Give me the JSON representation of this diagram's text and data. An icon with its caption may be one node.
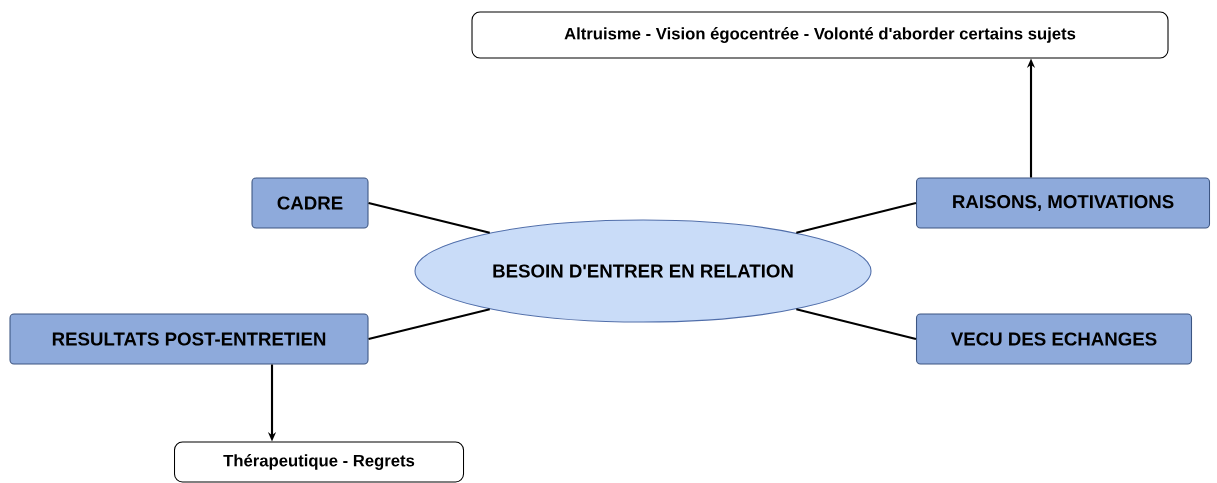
{
  "diagram": {
    "nodes": [
      {
        "text": [
          "BESOIN D'ENTRER EN RELATION"
        ]
      },
      {
        "text": [
          "CADRE"
        ]
      },
      {
        "text": [
          "RAISONS, MOTIVATIONS"
        ]
      },
      {
        "text": [
          "RESULTATS POST-ENTRETIEN"
        ]
      },
      {
        "text": [
          "VECU DES ECHANGES"
        ]
      },
      {
        "text": [
          "Altruisme - Vision égocentrée - Volonté d'aborder certains sujets"
        ]
      },
      {
        "text": [
          "Thérapeutique - Regrets"
        ]
      }
    ],
    "edges": [
      {
        "from": 0,
        "to": 1,
        "arrow": "none"
      },
      {
        "from": 0,
        "to": 2,
        "arrow": "none"
      },
      {
        "from": 0,
        "to": 3,
        "arrow": "none"
      },
      {
        "from": 0,
        "to": 4,
        "arrow": "none"
      },
      {
        "from": 2,
        "to": 5,
        "arrow": "to"
      },
      {
        "from": 3,
        "to": 6,
        "arrow": "to"
      }
    ]
  }
}
